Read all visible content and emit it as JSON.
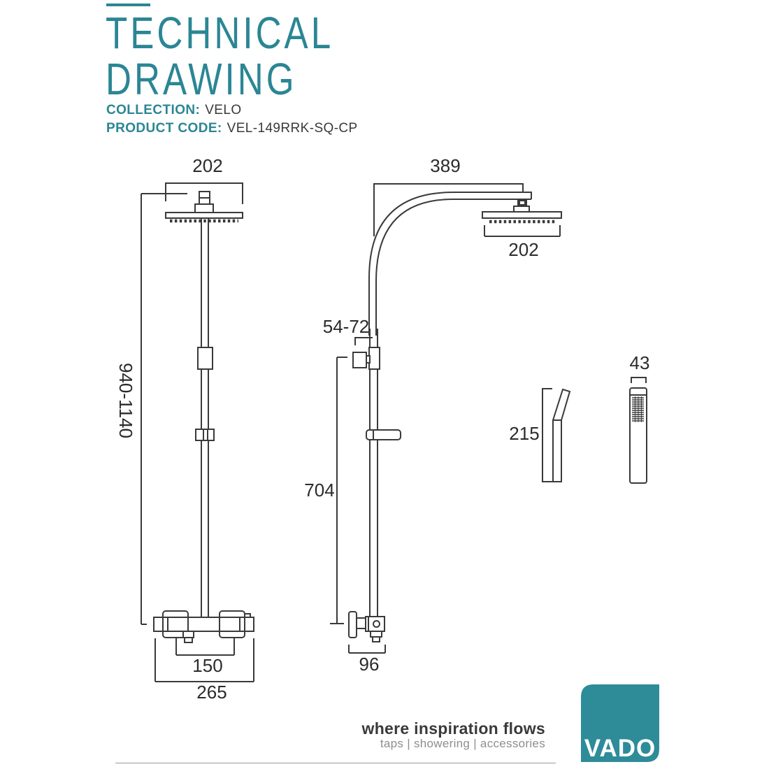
{
  "colors": {
    "accent": "#2B8694",
    "line": "#3A3A3A",
    "ink": "#2B2B2B",
    "muted": "#8E8E8E",
    "logo": "#2E8C99"
  },
  "header": {
    "title_line1": "TECHNICAL",
    "title_line2": "DRAWING",
    "collection_label": "COLLECTION:",
    "collection_value": "VELO",
    "product_label": "PRODUCT CODE:",
    "product_value": "VEL-149RRK-SQ-CP"
  },
  "dimensions": {
    "front_head_width": "202",
    "front_height_range": "940-1140",
    "front_handle_spacing": "150",
    "front_valve_width": "265",
    "side_arm_reach": "389",
    "side_head_width": "202",
    "side_bracket_range": "54-72",
    "side_rail_length": "704",
    "side_valve_depth": "96",
    "handset_length": "215",
    "handset_width": "43"
  },
  "footer": {
    "tagline": "where inspiration flows",
    "categories": "taps | showering | accessories",
    "brand": "VADO"
  }
}
